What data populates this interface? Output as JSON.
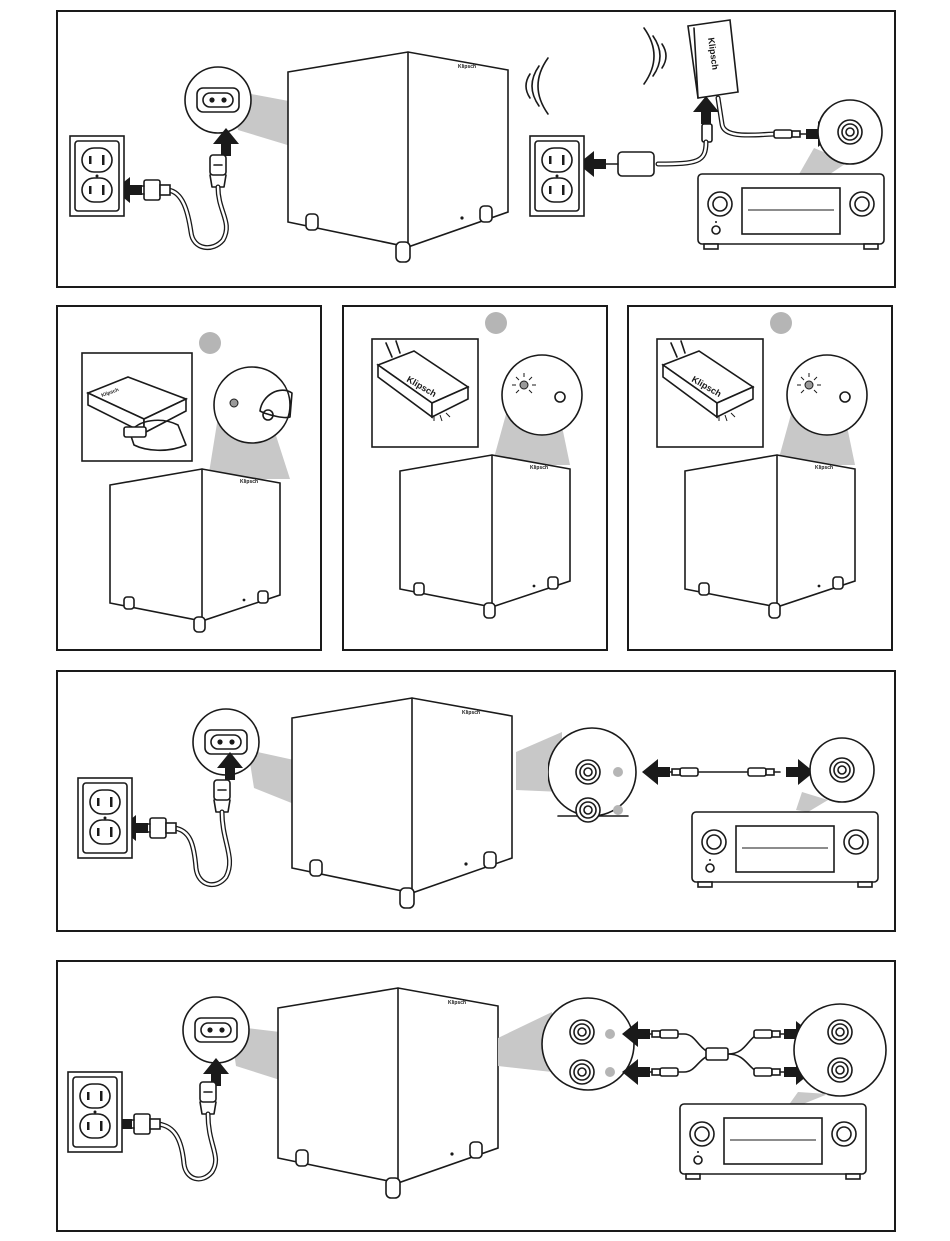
{
  "brand": {
    "logo_text": "Klipsch"
  },
  "panels": [
    {
      "id": "wireless-connection",
      "step_markers": []
    },
    {
      "id": "pairing-step-1",
      "step_markers": [
        {
          "label": ""
        }
      ]
    },
    {
      "id": "pairing-step-2",
      "step_markers": [
        {
          "label": ""
        }
      ]
    },
    {
      "id": "pairing-step-3",
      "step_markers": [
        {
          "label": ""
        }
      ]
    },
    {
      "id": "single-rca-connection",
      "step_markers": []
    },
    {
      "id": "dual-rca-connection",
      "step_markers": []
    }
  ],
  "colors": {
    "line": "#1a1a1a",
    "beam": "#c8c8c8",
    "marker": "#b5b5b5",
    "background": "#ffffff"
  },
  "icons": [
    "wall-outlet-icon",
    "power-plug-icon",
    "iec-socket-icon",
    "up-arrow-icon",
    "left-arrow-icon",
    "right-arrow-icon",
    "wireless-waves-icon",
    "rca-jack-icon",
    "av-receiver-icon",
    "transmitter-icon",
    "hand-press-icon"
  ]
}
